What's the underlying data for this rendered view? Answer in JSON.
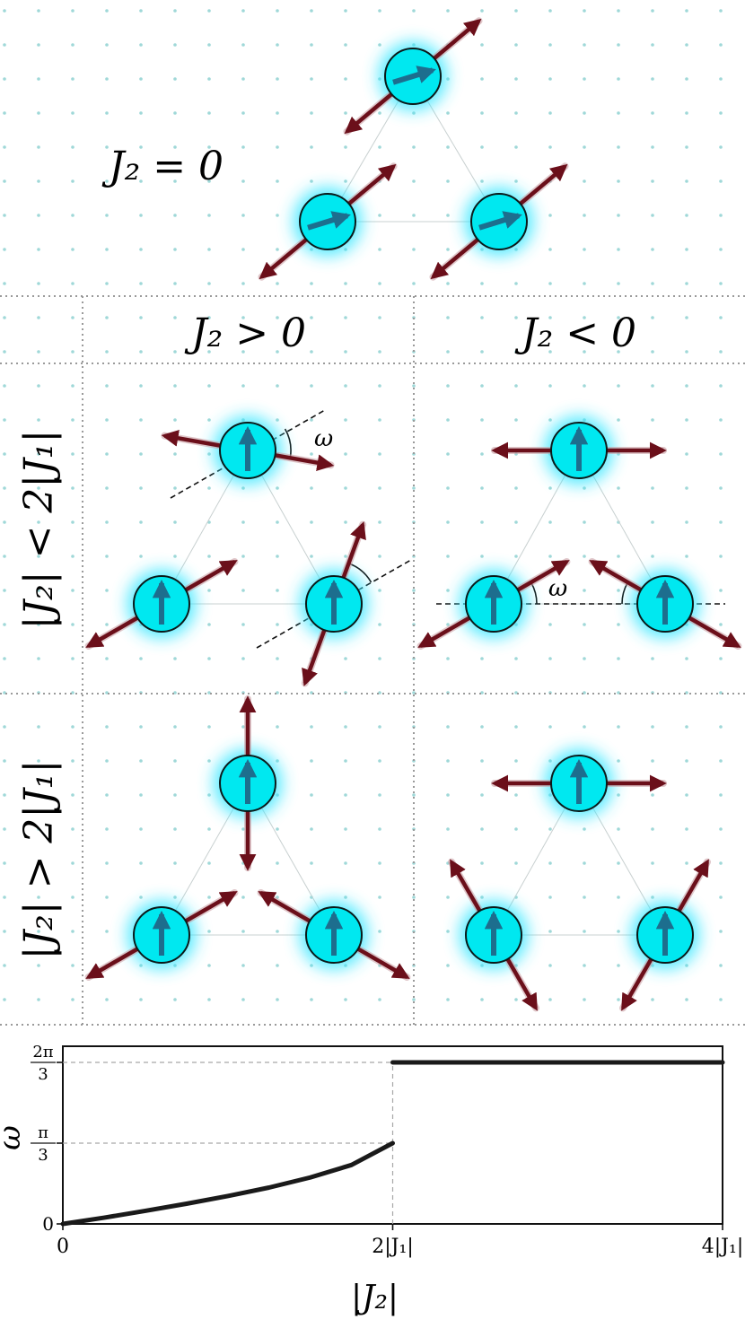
{
  "labels": {
    "top_case": "J₂ = 0",
    "col_pos": "J₂ > 0",
    "col_neg": "J₂ < 0",
    "row_small": "|J₂| < 2|J₁|",
    "row_large": "|J₂| > 2|J₁|",
    "omega": "ω"
  },
  "colors": {
    "spin_fill": "#00e8f0",
    "spin_glow": "#33e6ff",
    "spin_arrow": "#1d6e8e",
    "moment_arrow": "#6b0f1a",
    "grid_dots": "#9fd8d8",
    "panel_border": "#9a9a9a",
    "curve": "#1a1a1a"
  },
  "chart_data": {
    "type": "line",
    "xlabel": "|J₂|",
    "ylabel": "ω",
    "xlim": [
      0,
      4
    ],
    "ylim": [
      0,
      2.2
    ],
    "x_ticks": [
      {
        "v": 0,
        "label": "0"
      },
      {
        "v": 2,
        "label": "2|J₁|"
      },
      {
        "v": 4,
        "label": "4|J₁|"
      }
    ],
    "y_ticks": [
      {
        "v": 0,
        "label": "0"
      },
      {
        "v": 1,
        "label_num": "π",
        "label_den": "3"
      },
      {
        "v": 2,
        "label_num": "2π",
        "label_den": "3"
      }
    ],
    "series": [
      {
        "segment": "lower",
        "x": [
          0,
          0.25,
          0.5,
          0.75,
          1.0,
          1.25,
          1.5,
          1.75,
          2.0
        ],
        "y": [
          0,
          0.077,
          0.162,
          0.25,
          0.345,
          0.45,
          0.575,
          0.73,
          1.0
        ]
      },
      {
        "segment": "upper",
        "x": [
          2.0,
          4.0
        ],
        "y": [
          2.0,
          2.0
        ]
      }
    ],
    "guides": [
      {
        "from": [
          0,
          1
        ],
        "to": [
          2,
          1
        ]
      },
      {
        "from": [
          0,
          2
        ],
        "to": [
          2,
          2
        ]
      },
      {
        "from": [
          2,
          0
        ],
        "to": [
          2,
          2
        ]
      }
    ]
  }
}
